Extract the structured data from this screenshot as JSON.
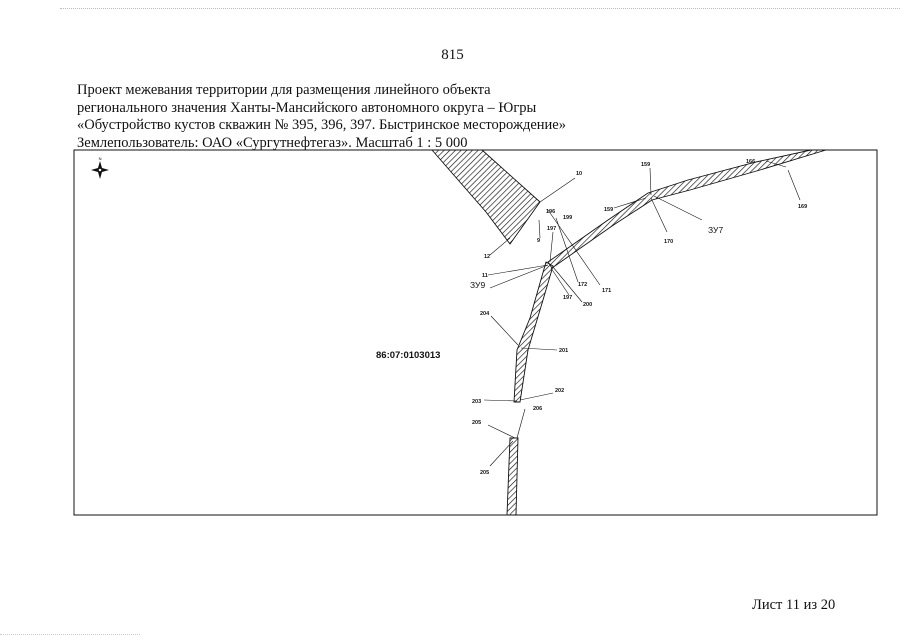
{
  "page_number": "815",
  "caption": {
    "line1": "Проект межевания территории для размещения линейного объекта",
    "line2": "регионального значения Ханты-Мансийского автономного округа – Югры",
    "line3": "«Обустройство кустов скважин № 395, 396, 397. Быстринское месторождение»",
    "line4": "Землепользователь: ОАО «Сургутнефтегаз». Масштаб 1 : 5 000"
  },
  "map": {
    "cadastral_block": "86:07:0103013",
    "plots": {
      "zu7": "ЗУ7",
      "zu9": "ЗУ9"
    },
    "compass_icon": "north-arrow-icon",
    "points": {
      "p9": "9",
      "p10": "10",
      "p11": "11",
      "p12": "12",
      "p159a": "159",
      "p159b": "159",
      "p166": "166",
      "p169": "169",
      "p170": "170",
      "p171": "171",
      "p172": "172",
      "p196": "196",
      "p197a": "197",
      "p197b": "197",
      "p199": "199",
      "p200": "200",
      "p201": "201",
      "p202": "202",
      "p203": "203",
      "p204": "204",
      "p205a": "205",
      "p205b": "205",
      "p206": "206"
    }
  },
  "sheet": "Лист 11 из 20"
}
